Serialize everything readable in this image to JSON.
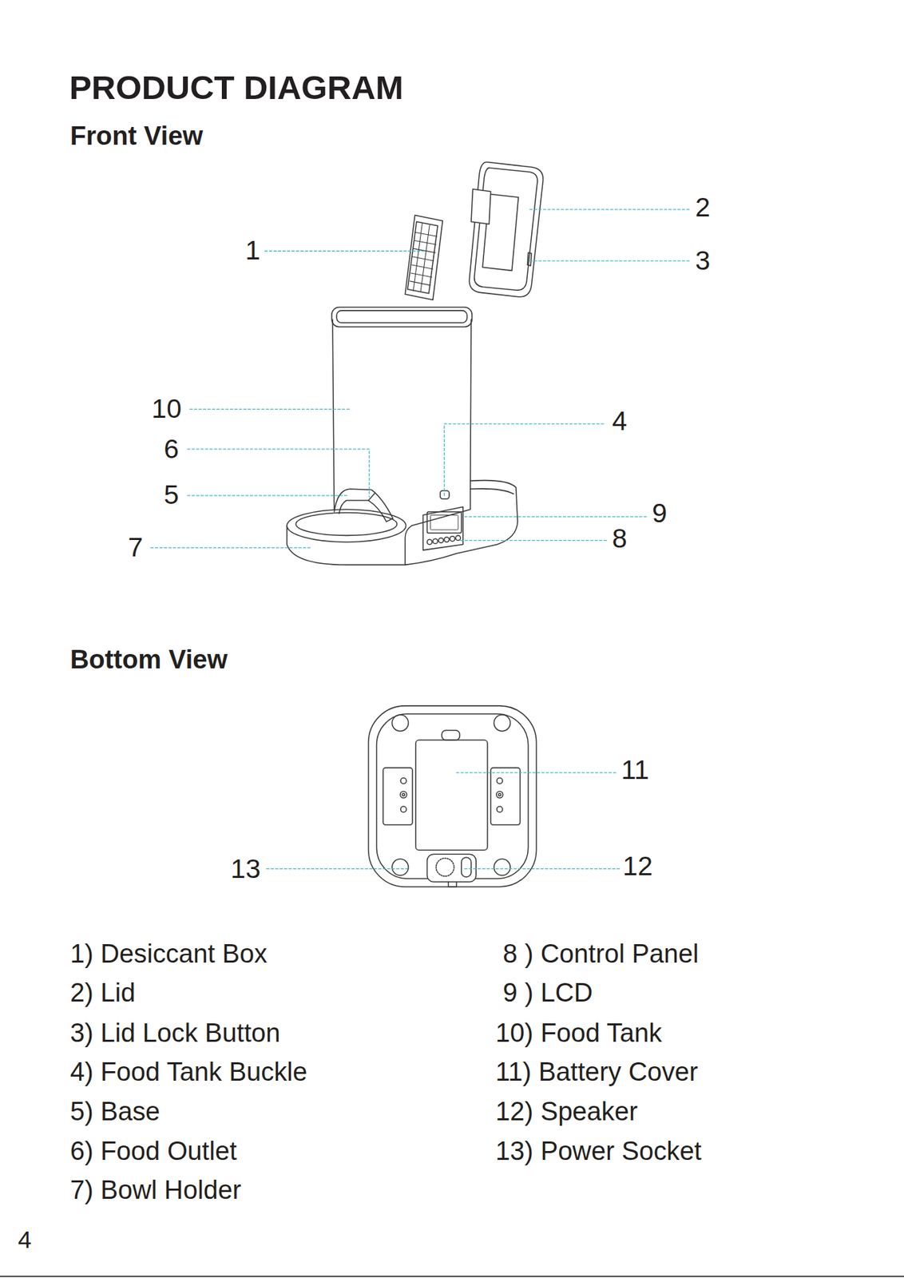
{
  "diagram": {
    "title": "PRODUCT DIAGRAM",
    "labels": [
      "Front View",
      "2",
      "1",
      "3",
      "10",
      "4",
      "6",
      "5",
      "9",
      "8",
      "7",
      "Bottom View",
      "11",
      "13",
      "12",
      "1) Desiccant Box",
      "2) Lid",
      "3) Lid Lock Button",
      "4) Food Tank Buckle",
      "5) Base",
      "6) Food Outlet",
      "7) Bowl Holder",
      "8 ) Control Panel",
      "9 ) LCD",
      "10) Food Tank",
      "11) Battery Cover",
      "12) Speaker",
      "13) Power Socket",
      "4"
    ]
  }
}
